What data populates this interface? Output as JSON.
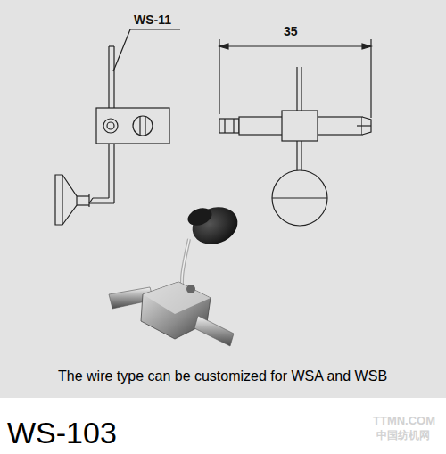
{
  "diagram": {
    "title": "WS-103",
    "caption": "The wire type can be customized for WSA and WSB",
    "labels": [
      "WS-11",
      "35",
      "TTMN.COM",
      "中国纺机网"
    ]
  }
}
